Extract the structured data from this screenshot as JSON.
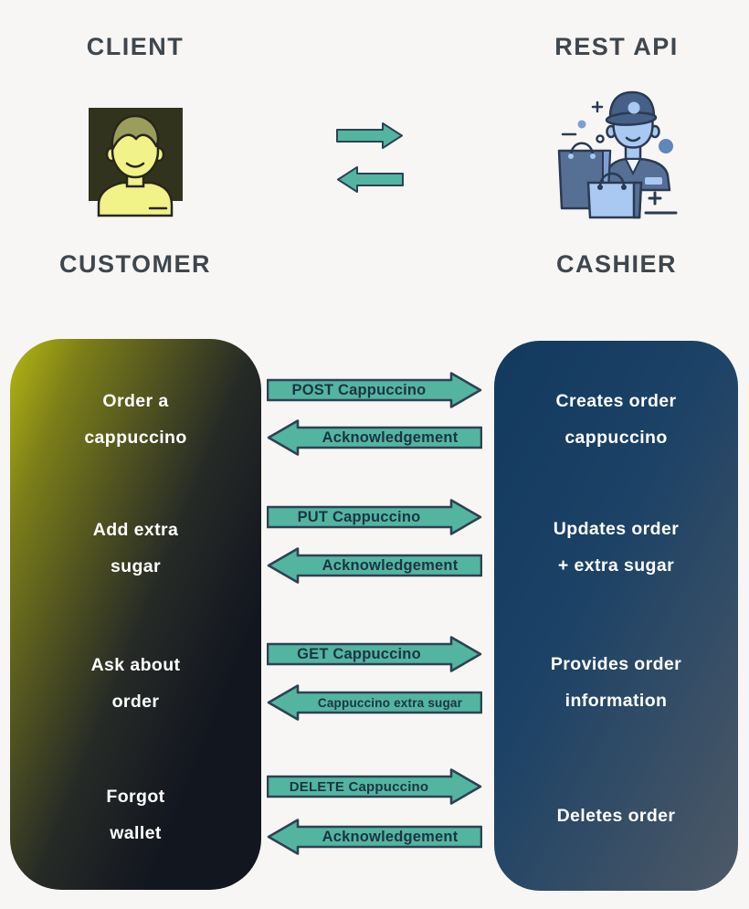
{
  "palette": {
    "bg": "#f7f6f4",
    "heading": "#3f464d",
    "teal": "#53b5a0",
    "arrow-border": "#2d4254",
    "arrow-text": "#1d3344",
    "panel-text": "#ffffff",
    "left-start": "#b6b813",
    "left-end": "#12161f",
    "right-start": "#123a5e",
    "right-end": "#4e5966"
  },
  "top": {
    "client_label": "CLIENT",
    "rest_api_label": "REST API",
    "customer_label": "CUSTOMER",
    "cashier_label": "CASHIER"
  },
  "icons": {
    "customer": "customer-avatar",
    "cashier": "cashier-with-shopping-bags",
    "exchange_right": "arrow-right",
    "exchange_left": "arrow-left"
  },
  "flow": {
    "rows": [
      {
        "client": [
          "Order a",
          "cappuccino"
        ],
        "request": "POST Cappuccino",
        "response": "Acknowledgement",
        "server": [
          "Creates order",
          "cappuccino"
        ]
      },
      {
        "client": [
          "Add extra",
          "sugar"
        ],
        "request": "PUT Cappuccino",
        "response": "Acknowledgement",
        "server": [
          "Updates order",
          "+ extra sugar"
        ]
      },
      {
        "client": [
          "Ask about",
          "order"
        ],
        "request": "GET Cappuccino",
        "response": "Cappuccino extra sugar",
        "server": [
          "Provides order",
          "information"
        ]
      },
      {
        "client": [
          "Forgot",
          "wallet"
        ],
        "request": "DELETE Cappuccino",
        "response": "Acknowledgement",
        "server": [
          "Deletes order"
        ]
      }
    ]
  }
}
